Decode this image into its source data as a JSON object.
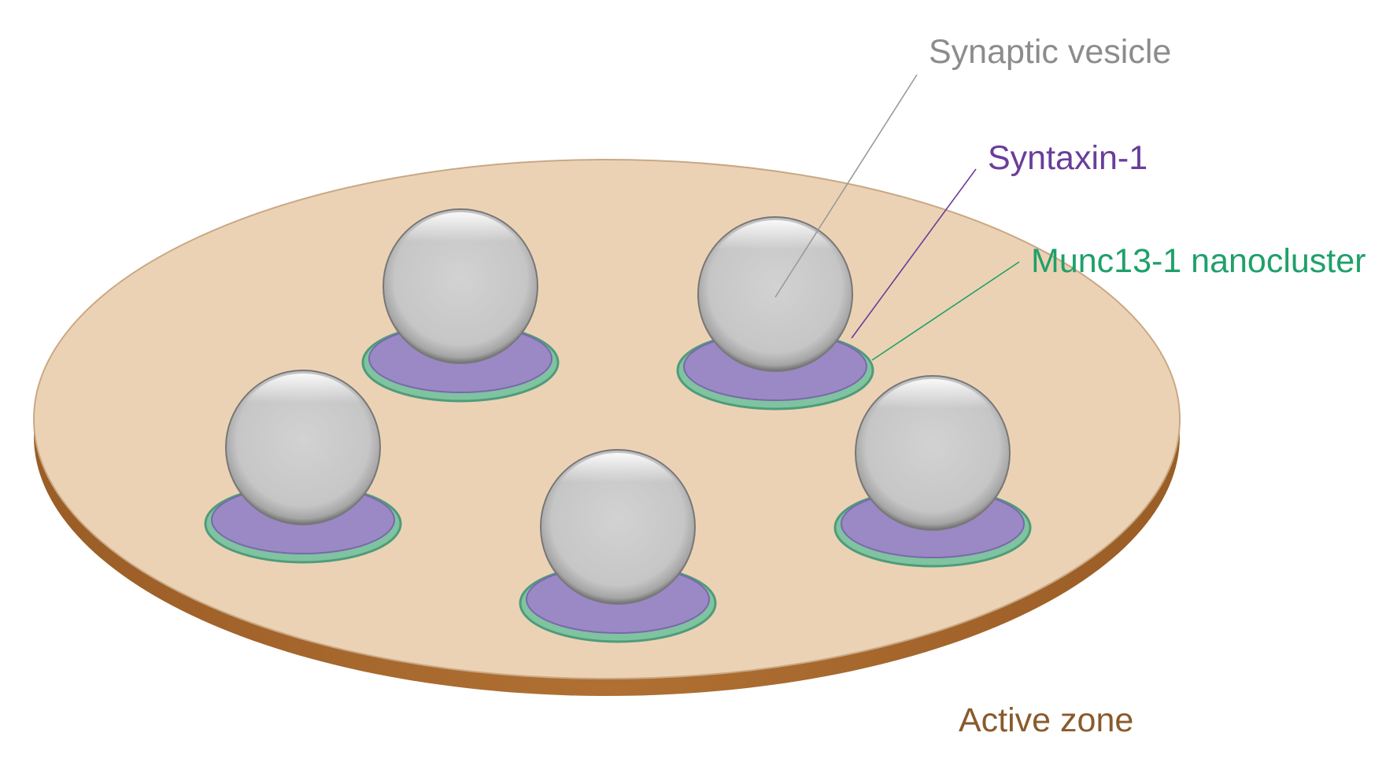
{
  "labels": {
    "synaptic_vesicle": "Synaptic vesicle",
    "syntaxin": "Syntaxin-1",
    "munc13": "Munc13-1 nanocluster",
    "active_zone": "Active zone"
  },
  "colors": {
    "vesicle_label": "#8c8c8c",
    "syntaxin_label": "#6a3d9a",
    "munc13_label": "#1fa06a",
    "active_zone_label": "#8a5a2b",
    "disc_top": "#ecd2b5",
    "disc_side": "#a9682c",
    "syntaxin_fill": "#9a89c4",
    "munc13_ring": "#5fae8a",
    "vesicle_fill": "#cccccc"
  },
  "vesicle_count": 5
}
